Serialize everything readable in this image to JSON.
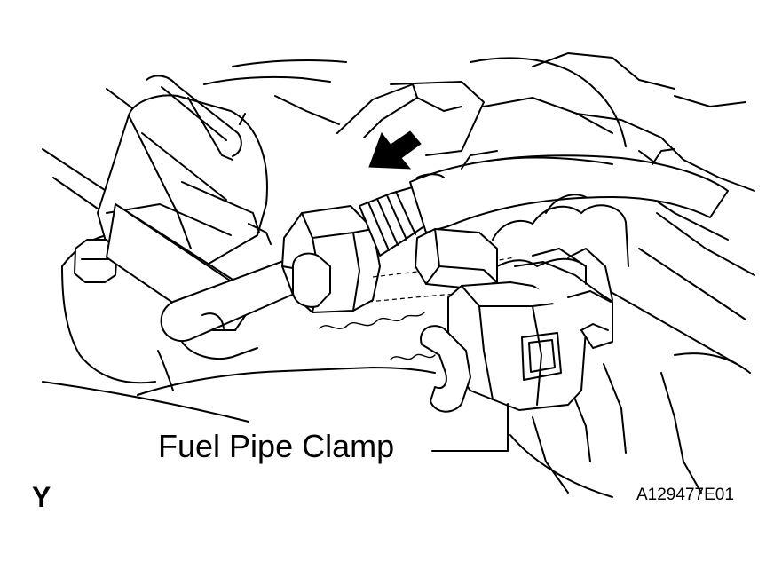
{
  "callout_label": "Fuel Pipe Clamp",
  "view_letter": "Y",
  "figure_code": "A129477E01",
  "colors": {
    "ink": "#000000",
    "paper": "#ffffff"
  },
  "icons": [
    "arrow-icon"
  ]
}
